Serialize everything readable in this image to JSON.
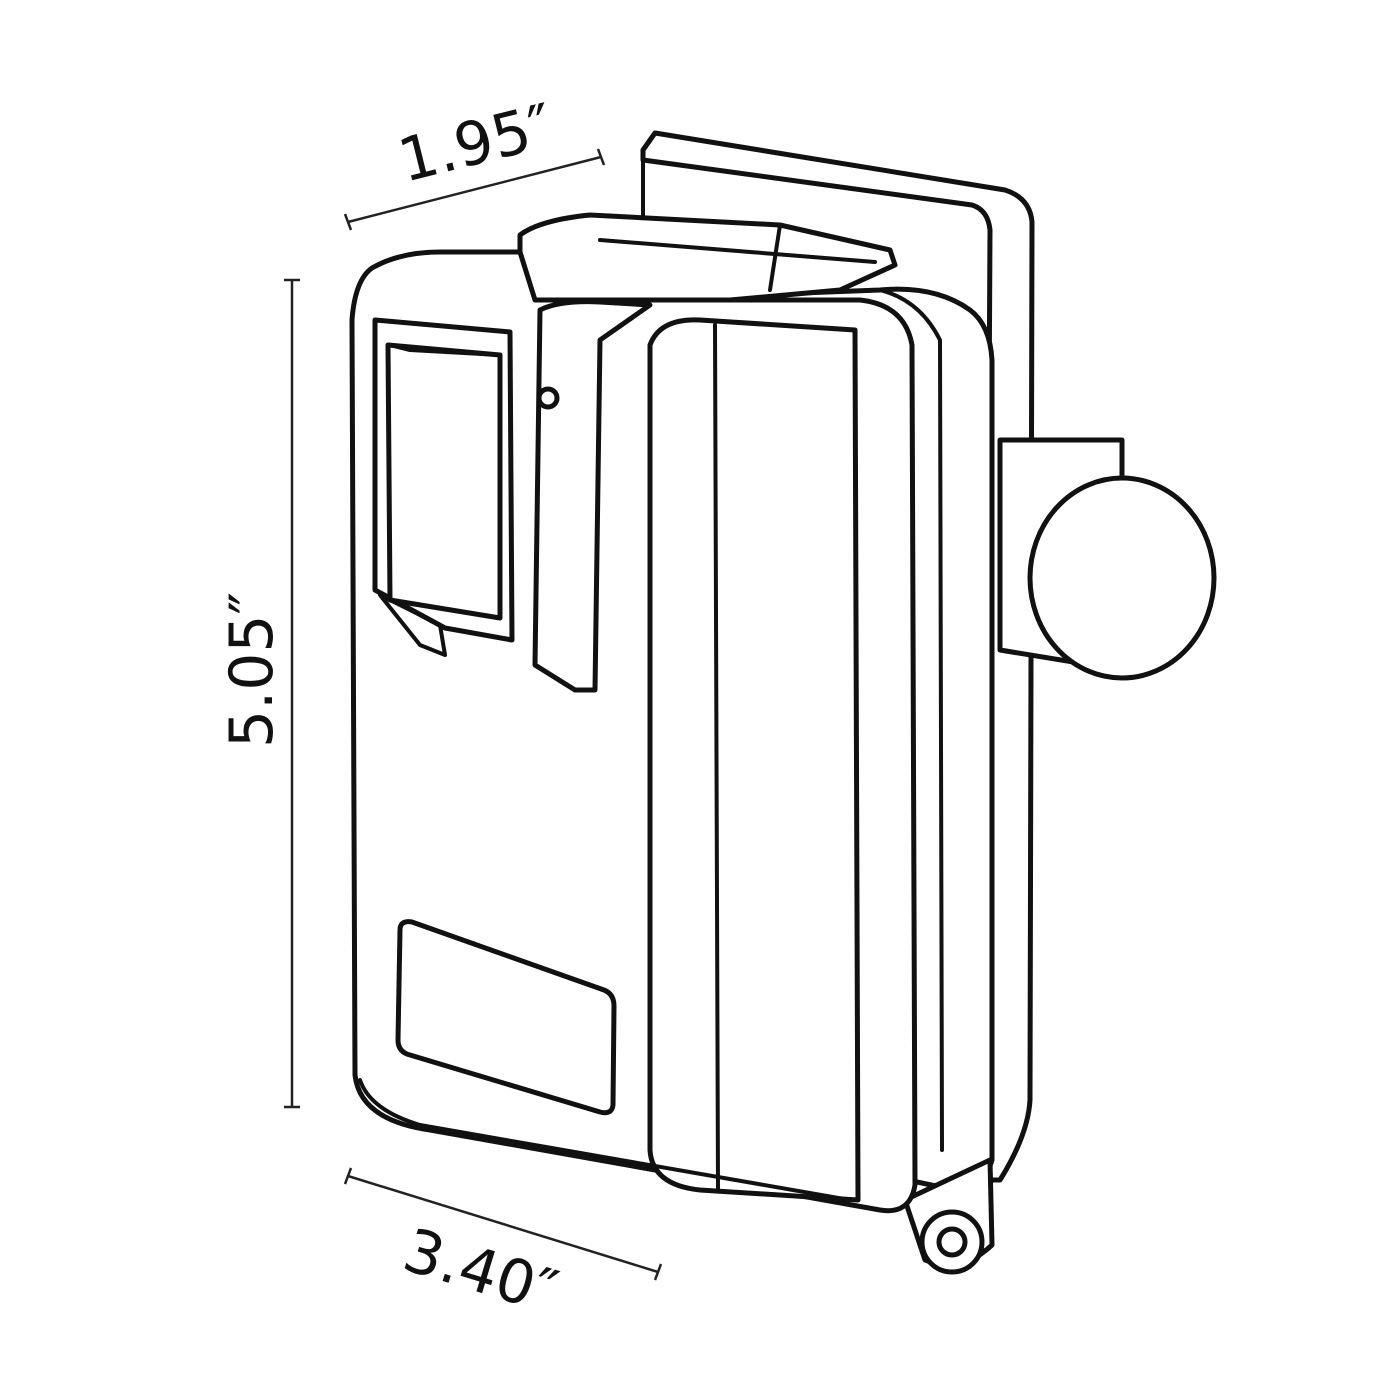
{
  "diagram": {
    "dimensions": {
      "depth": "1.95″",
      "height": "5.05″",
      "width": "3.40″"
    }
  }
}
